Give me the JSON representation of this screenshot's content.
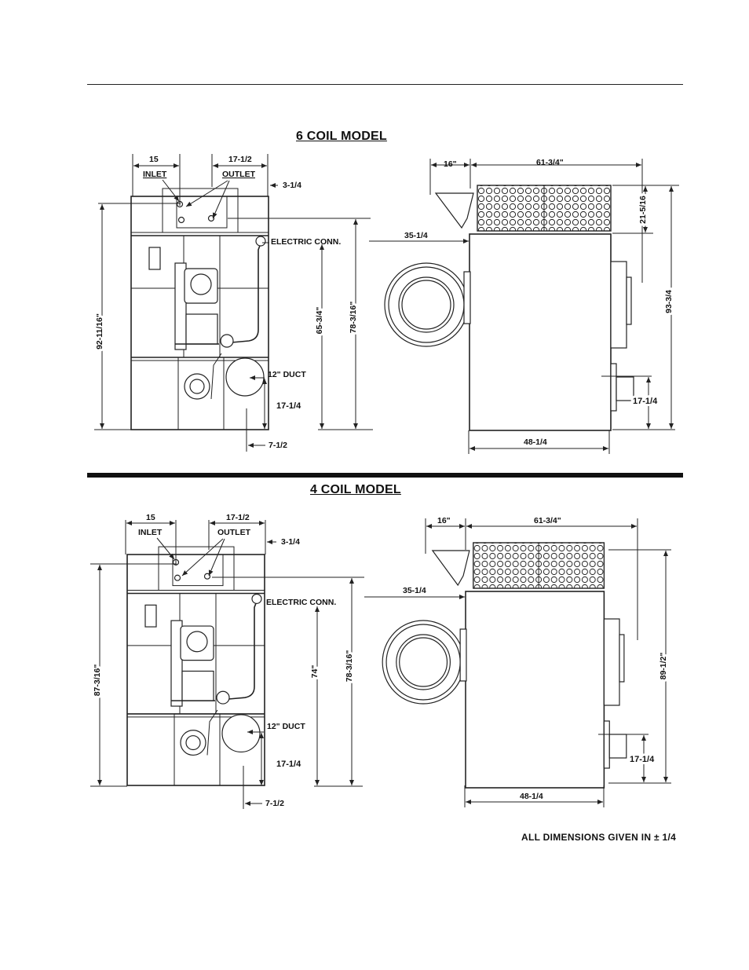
{
  "sections": [
    {
      "title": "6 COIL MODEL",
      "front": {
        "inlet_width": "15",
        "outlet_width": "17-1/2",
        "inlet_label": "INLET",
        "outlet_label": "OUTLET",
        "outlet_offset": "3-1/4",
        "electric_label": "ELECTRIC CONN.",
        "overall_height": "92-11/16\"",
        "electric_height": "65-3/4\"",
        "outlet_height": "78-3/16\"",
        "duct_label": "12\" DUCT",
        "duct_height": "17-1/4",
        "duct_offset": "7-1/2"
      },
      "side": {
        "hood_depth": "16\"",
        "top_length": "61-3/4\"",
        "coil_height": "21-5/16",
        "burner_offset": "35-1/4",
        "overall_height": "93-3/4",
        "connection_height": "17-1/4",
        "base_length": "48-1/4"
      }
    },
    {
      "title": "4 COIL MODEL",
      "front": {
        "inlet_width": "15",
        "outlet_width": "17-1/2",
        "inlet_label": "INLET",
        "outlet_label": "OUTLET",
        "outlet_offset": "3-1/4",
        "electric_label": "ELECTRIC CONN.",
        "overall_height": "87-3/16\"",
        "electric_height": "74\"",
        "outlet_height": "78-3/16\"",
        "duct_label": "12\" DUCT",
        "duct_height": "17-1/4",
        "duct_offset": "7-1/2"
      },
      "side": {
        "hood_depth": "16\"",
        "top_length": "61-3/4\"",
        "burner_offset": "35-1/4",
        "overall_height": "89-1/2\"",
        "connection_height": "17-1/4",
        "base_length": "48-1/4"
      }
    }
  ],
  "footnote": "ALL DIMENSIONS GIVEN IN ± 1/4"
}
